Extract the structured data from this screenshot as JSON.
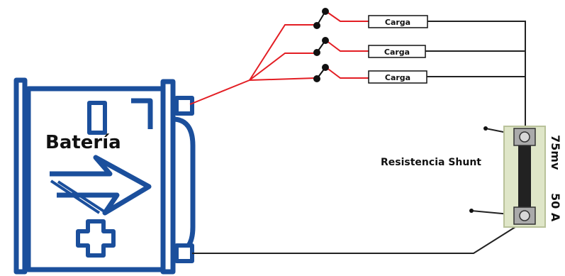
{
  "battery": {
    "label": "Batería"
  },
  "loads": [
    {
      "label": "Carga"
    },
    {
      "label": "Carga"
    },
    {
      "label": "Carga"
    }
  ],
  "shunt": {
    "label": "Resistencia Shunt",
    "voltage": "75mv",
    "current": "50 A"
  },
  "colors": {
    "battery_blue": "#1b4f9c",
    "positive_wire": "#e31e24",
    "negative_wire": "#222222",
    "shunt_body": "#dfe6c8"
  }
}
